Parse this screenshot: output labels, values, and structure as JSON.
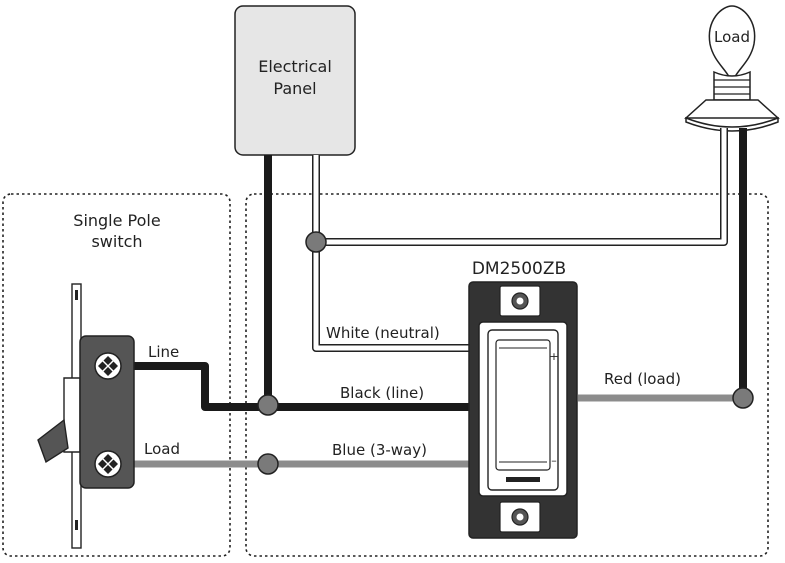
{
  "panel": {
    "line1": "Electrical",
    "line2": "Panel"
  },
  "bulb": {
    "label": "Load"
  },
  "switch_box": {
    "title_line1": "Single Pole",
    "title_line2": "switch"
  },
  "device": {
    "name": "DM2500ZB",
    "plus": "+",
    "minus": "–"
  },
  "terminals": {
    "line": "Line",
    "load": "Load"
  },
  "wires": {
    "white": "White (neutral)",
    "black": "Black (line)",
    "blue": "Blue (3-way)",
    "red": "Red (load)"
  },
  "colors": {
    "black_wire": "#1a1a1a",
    "gray_wire": "#8c8c8c",
    "white_wire": "#ffffff",
    "panel_fill": "#e6e6e6",
    "switch_body": "#555555",
    "junction": "#7a7a7a"
  }
}
